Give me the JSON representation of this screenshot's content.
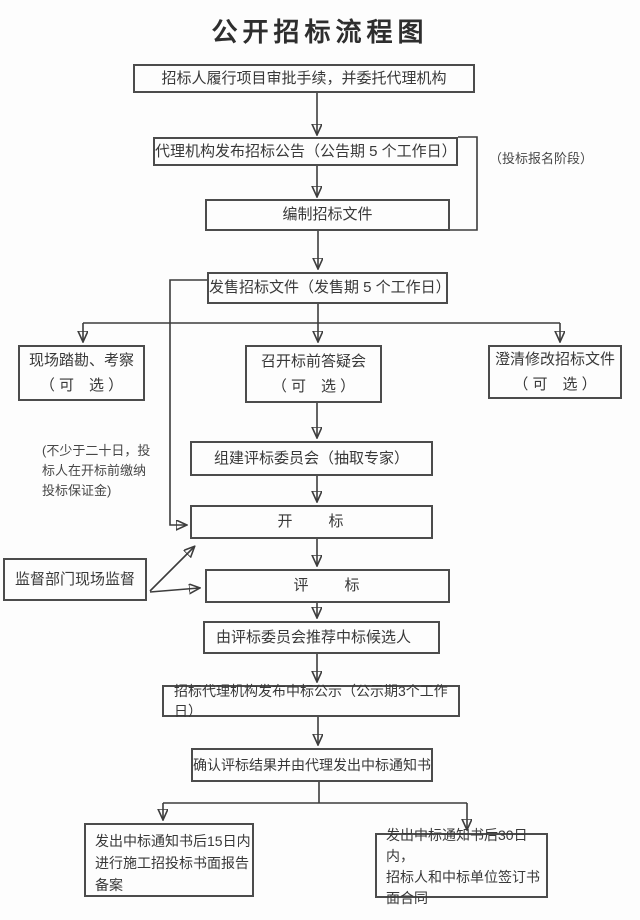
{
  "title": "公开招标流程图",
  "flowchart": {
    "nodes": {
      "approval": {
        "label": "招标人履行项目审批手续，并委托代理机构"
      },
      "announcement": {
        "label": "代理机构发布招标公告（公告期 5 个工作日）"
      },
      "prepare_docs": {
        "label": "编制招标文件"
      },
      "sell_docs": {
        "label": "发售招标文件（发售期 5 个工作日）"
      },
      "site_visit": {
        "lines": [
          "现场踏勘、考察",
          "（ 可　选 ）"
        ]
      },
      "pre_bid_meeting": {
        "lines": [
          "召开标前答疑会",
          "（ 可　选 ）"
        ]
      },
      "clarify_docs": {
        "lines": [
          "澄清修改招标文件",
          "（ 可　选 ）"
        ]
      },
      "committee": {
        "label": "组建评标委员会（抽取专家）"
      },
      "bid_opening": {
        "label": "开　　标"
      },
      "supervision": {
        "label": "监督部门现场监督"
      },
      "bid_evaluation": {
        "label": "评　　标"
      },
      "recommend": {
        "label": "由评标委员会推荐中标候选人"
      },
      "publicity": {
        "label": "招标代理机构发布中标公示（公示期3个工作日）"
      },
      "confirm_result": {
        "label": "确认评标结果并由代理发出中标通知书"
      },
      "filing": {
        "lines": [
          "发出中标通知书后15日内",
          "进行施工招投标书面报告",
          "备案"
        ]
      },
      "contract": {
        "lines": [
          "发出中标通知书后30日内，",
          "招标人和中标单位签订书",
          "面合同"
        ]
      }
    },
    "annotations": {
      "registration_phase": "（投标报名阶段）",
      "deposit_note_lines": [
        "(不少于二十日，投",
        "标人在开标前缴纳",
        "投标保证金)"
      ]
    },
    "colors": {
      "line": "#3d3d3d",
      "border": "#4c4c4c",
      "text": "#383838",
      "background": "#fdfdfd"
    }
  }
}
